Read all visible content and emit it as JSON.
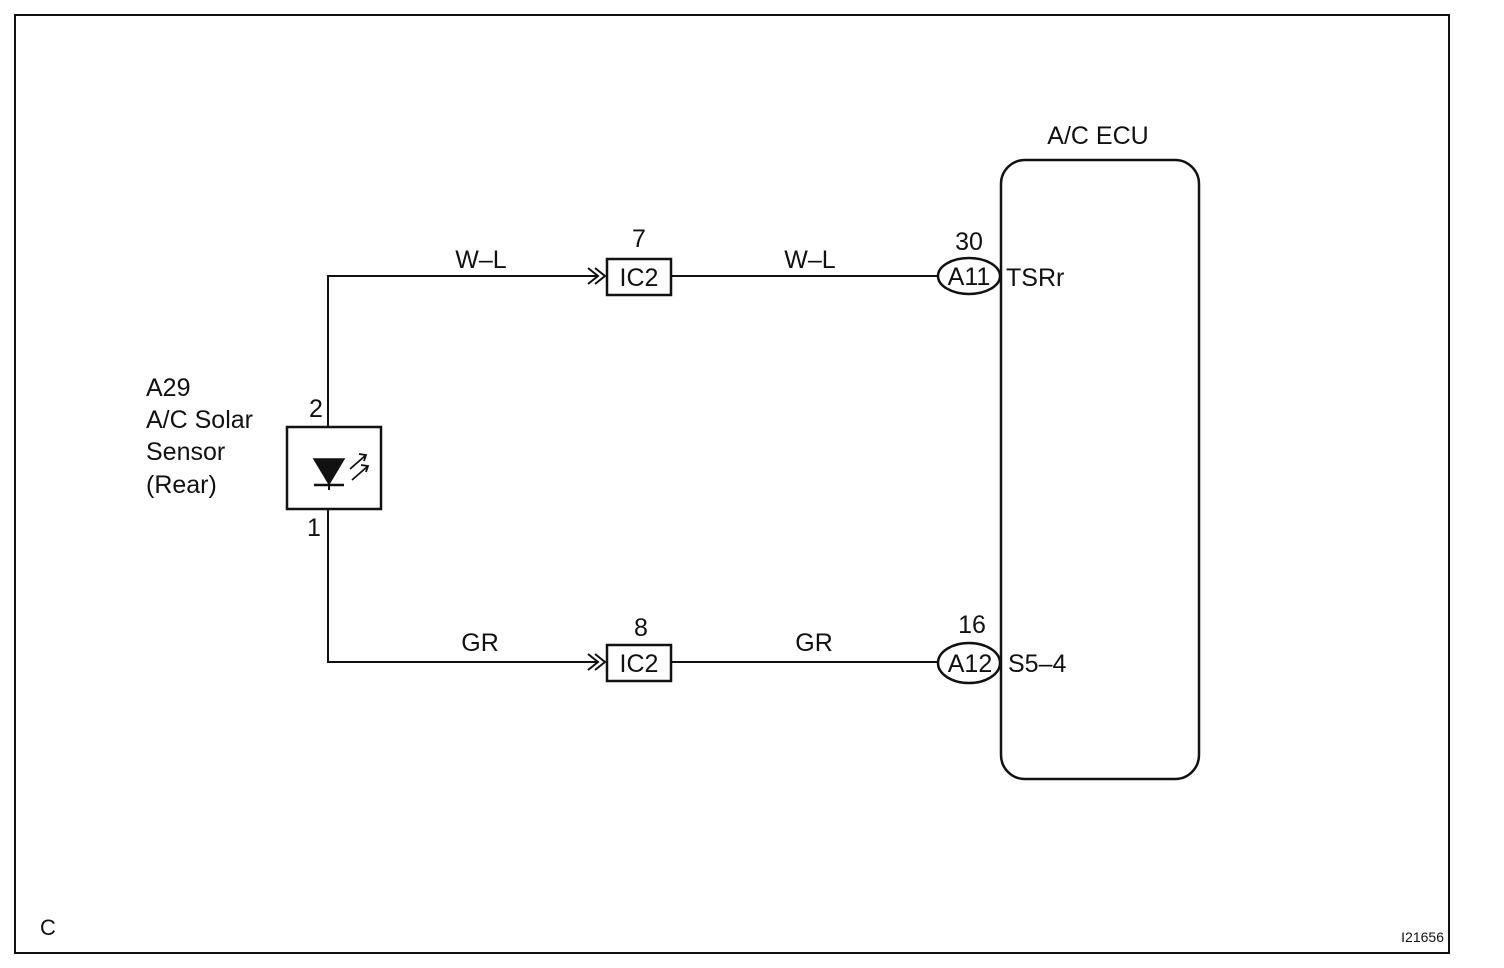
{
  "ecu": {
    "title": "A/C ECU"
  },
  "sensor": {
    "connector": "A29",
    "name_line1": "A/C Solar",
    "name_line2": "Sensor",
    "name_line3": "(Rear)",
    "pin_top": "2",
    "pin_bottom": "1"
  },
  "wires": {
    "top_left_color": "W–L",
    "top_right_color": "W–L",
    "bottom_left_color": "GR",
    "bottom_right_color": "GR"
  },
  "junctions": {
    "top": {
      "label": "IC2",
      "pin": "7"
    },
    "bottom": {
      "label": "IC2",
      "pin": "8"
    }
  },
  "ecu_connectors": {
    "top": {
      "label": "A11",
      "pin": "30",
      "terminal": "TSRr"
    },
    "bottom": {
      "label": "A12",
      "pin": "16",
      "terminal": "S5–4"
    }
  },
  "footer": {
    "section": "C",
    "figure_id": "I21656"
  }
}
